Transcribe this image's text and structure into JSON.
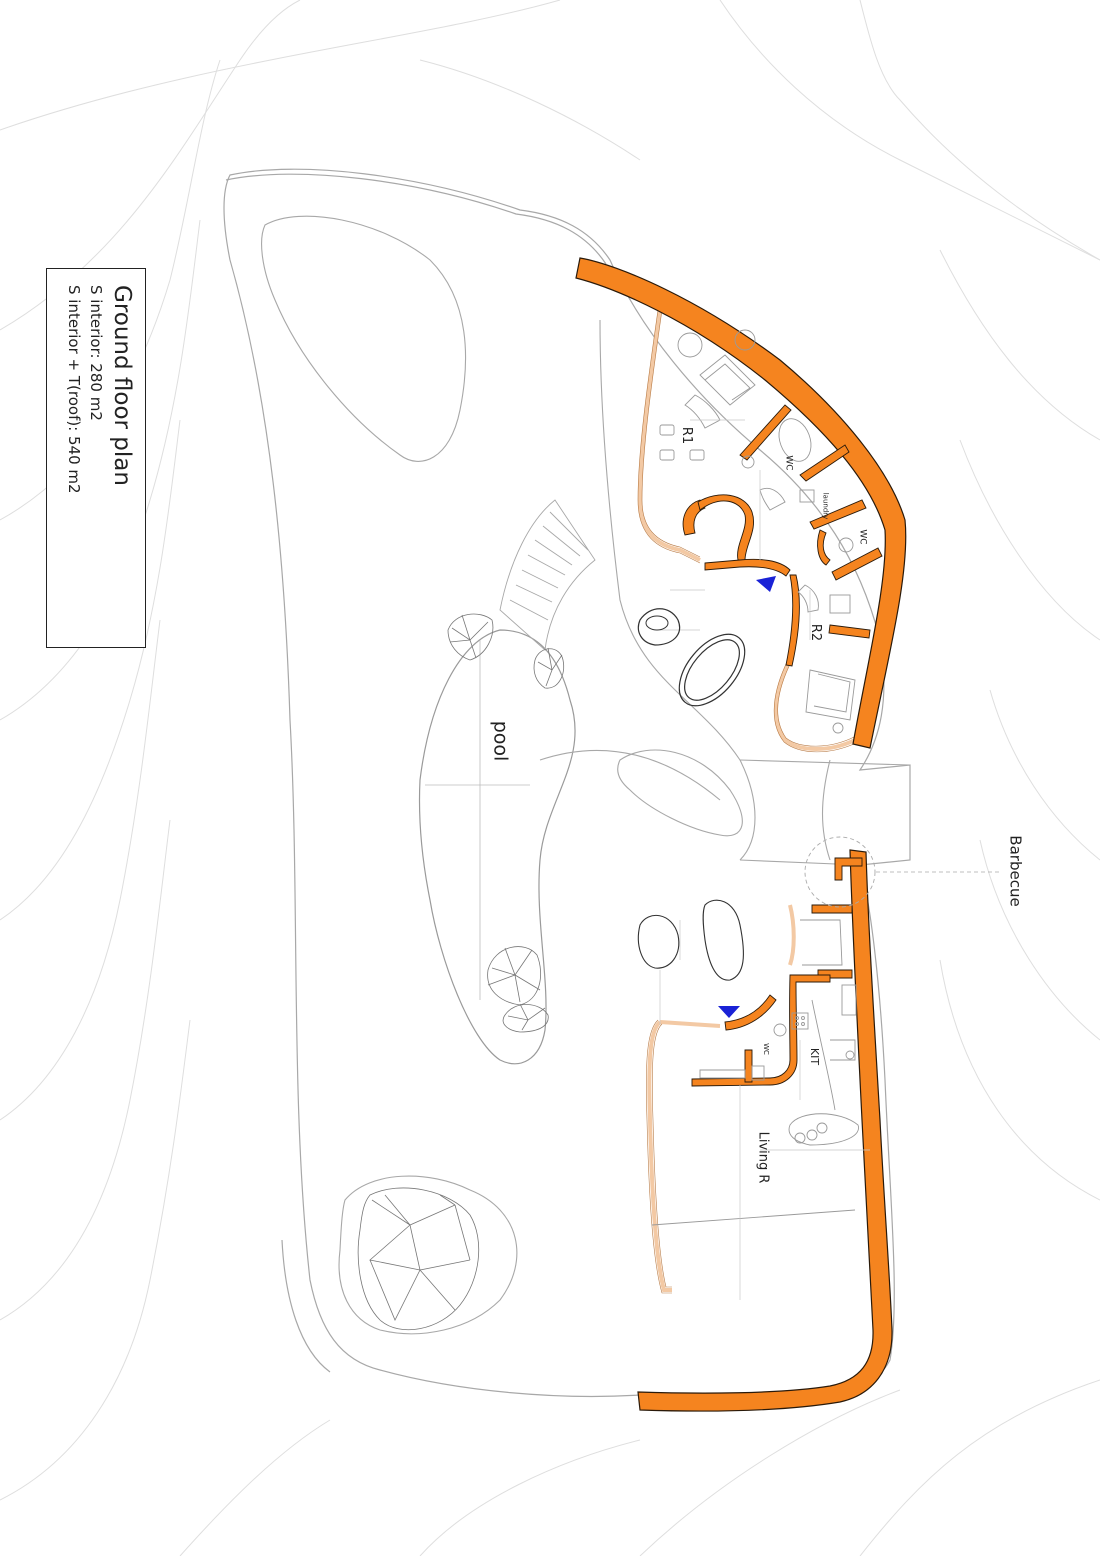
{
  "legend": {
    "title": "Ground floor plan",
    "line1": "S interior: 280 m2",
    "line2": "S interior + T(roof): 540 m2"
  },
  "rooms": {
    "r1": "R1",
    "r2": "R2",
    "wc1": "WC",
    "wc2": "WC",
    "wc3": "WC",
    "laundry": "laundry",
    "pool": "pool",
    "kitchen": "KIT",
    "living": "Living R",
    "barbecue": "Barbecue"
  },
  "colors": {
    "wall_fill": "#f5841f",
    "wall_stroke": "#2a1a0a",
    "interior_wall": "#f3c9a4",
    "line": "#9a9a9a",
    "contour": "#dcdcdc",
    "entry_marker": "#1a22d6"
  }
}
